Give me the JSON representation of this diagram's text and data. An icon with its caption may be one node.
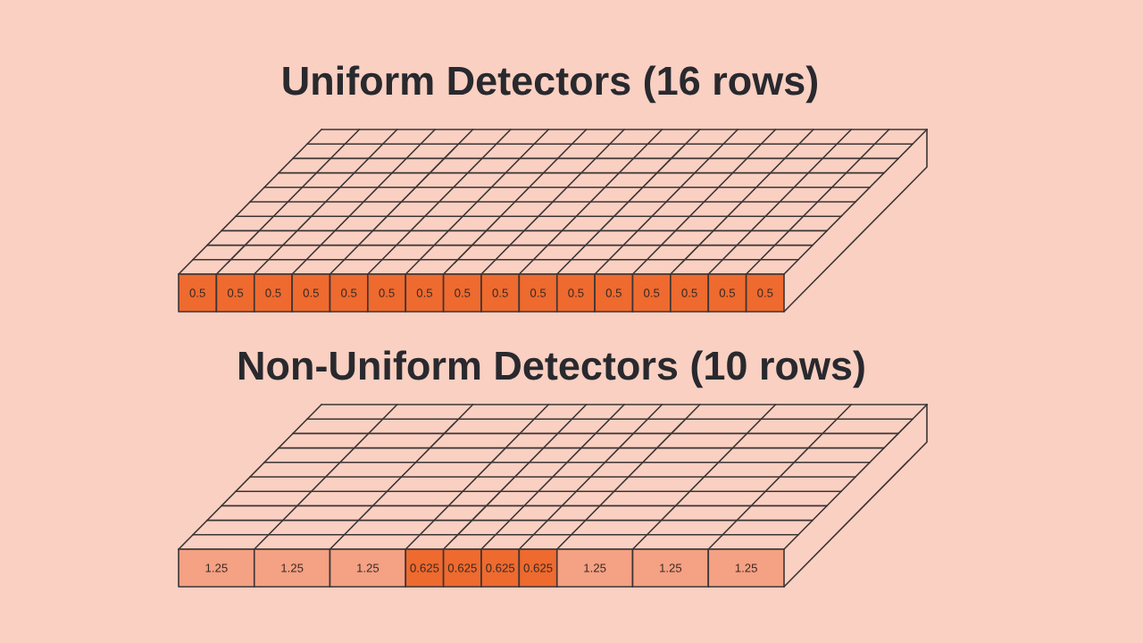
{
  "diagram": {
    "nodes": [
      {
        "text": [
          "Uniform Detectors (16 rows)"
        ]
      },
      {
        "text": [
          "0.5"
        ],
        "in": 0
      },
      {
        "text": [
          "0.5"
        ],
        "in": 0
      },
      {
        "text": [
          "0.5"
        ],
        "in": 0
      },
      {
        "text": [
          "0.5"
        ],
        "in": 0
      },
      {
        "text": [
          "0.5"
        ],
        "in": 0
      },
      {
        "text": [
          "0.5"
        ],
        "in": 0
      },
      {
        "text": [
          "0.5"
        ],
        "in": 0
      },
      {
        "text": [
          "0.5"
        ],
        "in": 0
      },
      {
        "text": [
          "0.5"
        ],
        "in": 0
      },
      {
        "text": [
          "0.5"
        ],
        "in": 0
      },
      {
        "text": [
          "0.5"
        ],
        "in": 0
      },
      {
        "text": [
          "0.5"
        ],
        "in": 0
      },
      {
        "text": [
          "0.5"
        ],
        "in": 0
      },
      {
        "text": [
          "0.5"
        ],
        "in": 0
      },
      {
        "text": [
          "0.5"
        ],
        "in": 0
      },
      {
        "text": [
          "0.5"
        ],
        "in": 0
      },
      {
        "text": [
          "Non-Uniform Detectors (10 rows)"
        ]
      },
      {
        "text": [
          "1.25"
        ],
        "in": 17
      },
      {
        "text": [
          "1.25"
        ],
        "in": 17
      },
      {
        "text": [
          "1.25"
        ],
        "in": 17
      },
      {
        "text": [
          "0.625"
        ],
        "in": 17
      },
      {
        "text": [
          "0.625"
        ],
        "in": 17
      },
      {
        "text": [
          "0.625"
        ],
        "in": 17
      },
      {
        "text": [
          "0.625"
        ],
        "in": 17
      },
      {
        "text": [
          "1.25"
        ],
        "in": 17
      },
      {
        "text": [
          "1.25"
        ],
        "in": 17
      },
      {
        "text": [
          "1.25"
        ],
        "in": 17
      }
    ]
  }
}
